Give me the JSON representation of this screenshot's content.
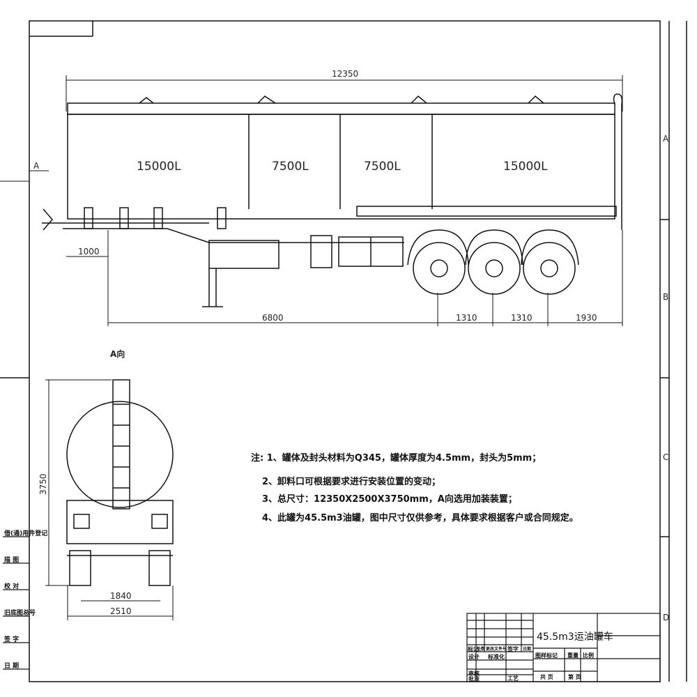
{
  "drawing": {
    "overall_length": "12350",
    "front_overhang": "1000",
    "kingpin_to_axle": "6800",
    "axle_spacing_1": "1310",
    "axle_spacing_2": "1310",
    "rear_overhang": "1930",
    "compartments": [
      "15000L",
      "7500L",
      "7500L",
      "15000L"
    ],
    "view_marker": "A",
    "view_label": "A向",
    "height": "3750",
    "track_width": "1840",
    "overall_width": "2510",
    "zone_letters": [
      "A",
      "B",
      "C",
      "D"
    ]
  },
  "notes": {
    "prefix": "注:",
    "items": [
      "1、罐体及封头材料为Q345，罐体厚度为4.5mm，封头为5mm；",
      "2、卸料口可根据要求进行安装位置的变动；",
      "3、总尺寸：12350X2500X3750mm，A向选用加装装置；",
      "4、此罐为45.5m3油罐，图中尺寸仅供参考，具体要求根据客户或合同规定。"
    ]
  },
  "side_panel": [
    "借(通)用件登记",
    "描 图",
    "校 对",
    "旧底图总号",
    "签 字",
    "日 期"
  ],
  "title_block": {
    "title": "45.5m3运油罐车",
    "cells": [
      "标记",
      "处数",
      "更改文件号",
      "签字",
      "日期",
      "设计",
      "标准化",
      "审核",
      "工艺",
      "批准",
      "图样标记",
      "重量",
      "比例",
      "共 页",
      "第 页"
    ]
  }
}
